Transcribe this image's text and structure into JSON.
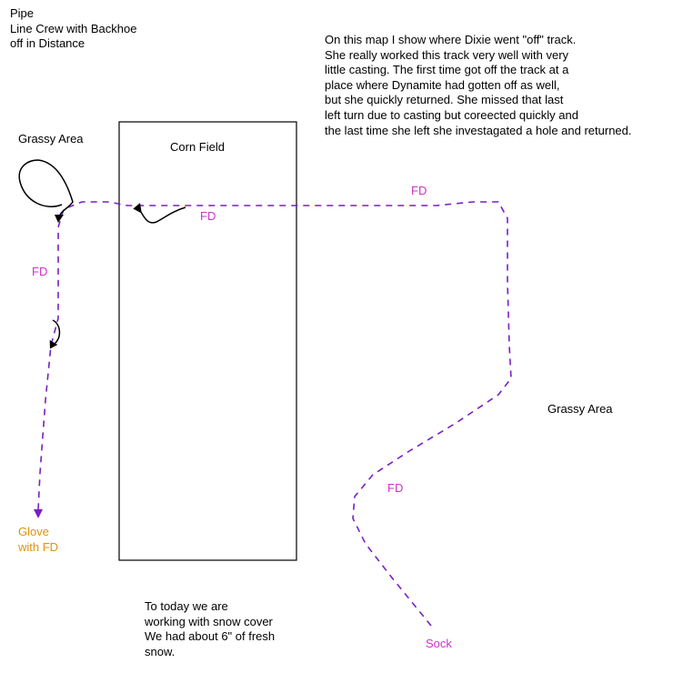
{
  "pipe_note": "Pipe\nLine Crew with Backhoe\noff in Distance",
  "narrative": "On this map I show where Dixie went \"off\" track.\nShe really worked this track very well with very\nlittle casting. The first time got off the track at a\nplace where Dynamite had gotten off as well,\nbut she quickly returned. She missed that last\nleft turn due to casting but coreected quickly and\nthe last time she left she investagated a hole and returned.",
  "grassy_area_left": "Grassy Area",
  "grassy_area_right": "Grassy Area",
  "corn_field": "Corn Field",
  "fd_labels": [
    "FD",
    "FD",
    "FD",
    "FD"
  ],
  "glove": "Glove\nwith FD",
  "sock": "Sock",
  "snow_note": "To today we are\nworking with snow cover\nWe had about 6\" of fresh\nsnow.",
  "colors": {
    "track": "#7a1fc4",
    "fd": "#cc33cc",
    "glove": "#e0930a",
    "sock": "#cc33cc"
  }
}
